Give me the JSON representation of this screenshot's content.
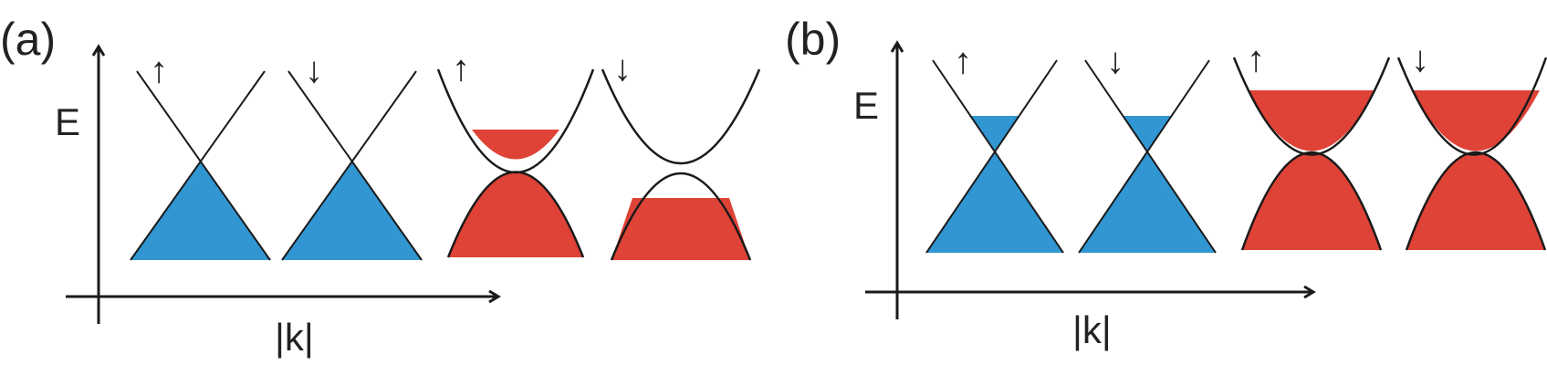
{
  "colors": {
    "blue": "#3196D2",
    "red": "#DF4236",
    "line": "#1a1a1a"
  },
  "panels": [
    {
      "label": "(a)",
      "y_axis_label": "E",
      "x_axis_label": "|k|",
      "spins": [
        "↑",
        "↓",
        "↑",
        "↓"
      ],
      "cone_fill": "lower cone filled",
      "parabola_fill": [
        "lower band filled, upper band partly filled",
        "lower band partly filled, upper band empty"
      ]
    },
    {
      "label": "(b)",
      "y_axis_label": "E",
      "x_axis_label": "|k|",
      "spins": [
        "↑",
        "↓",
        "↑",
        "↓"
      ],
      "cone_fill": "lower cone filled, upper cone partly filled",
      "parabola_fill": [
        "lower band filled, upper band partly filled",
        "lower band filled, upper band partly filled"
      ]
    }
  ]
}
